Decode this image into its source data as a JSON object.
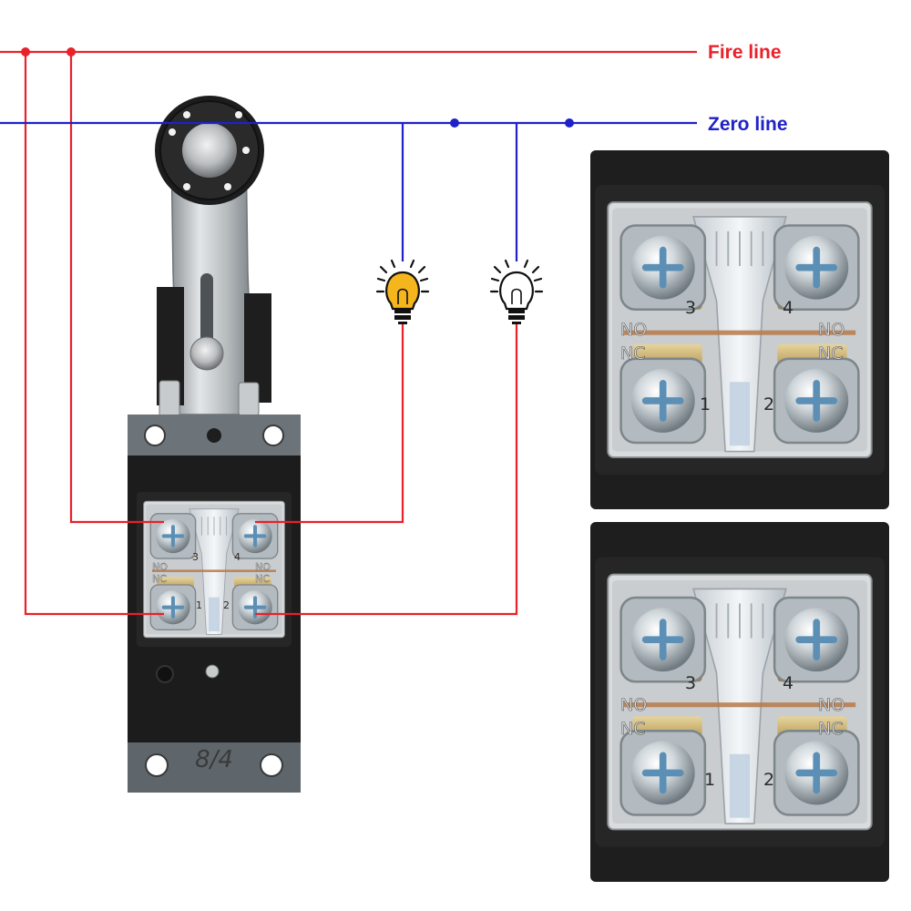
{
  "labels": {
    "fire_line": "Fire line",
    "zero_line": "Zero line"
  },
  "terminals": {
    "t1": "1",
    "t2": "2",
    "t3": "3",
    "t4": "4",
    "no": "NO",
    "nc": "NC"
  },
  "switch_body_mark": "8/4",
  "colors": {
    "fire": "#e8212a",
    "zero": "#1f22c8",
    "lamp_on": "#f5b51c",
    "lamp_off": "#ffffff",
    "panel_bg": "#2e2e2e",
    "housing": "#5e666c"
  },
  "icons": {
    "lamp_on": "lightbulb-lit-icon",
    "lamp_off": "lightbulb-off-icon"
  }
}
